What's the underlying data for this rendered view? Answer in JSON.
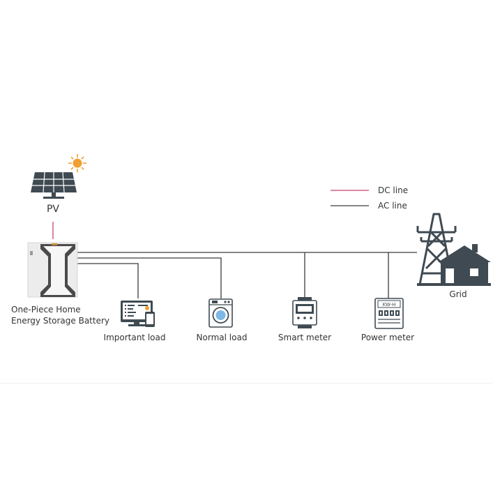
{
  "legend": {
    "dc_label": "DC line",
    "ac_label": "AC line",
    "dc_color": "#c8456b",
    "ac_color": "#3a3a3a"
  },
  "nodes": {
    "pv": {
      "label": "PV",
      "icon": "solar-panel-icon",
      "sun_color": "#f0a030"
    },
    "battery": {
      "label_line1": "One-Piece Home",
      "label_line2": "Energy Storage Battery",
      "icon": "battery-cabinet-icon"
    },
    "important_load": {
      "label": "Important load",
      "icon": "computer-phone-icon"
    },
    "normal_load": {
      "label": "Normal load",
      "icon": "washing-machine-icon"
    },
    "smart_meter": {
      "label": "Smart meter",
      "icon": "smart-meter-icon"
    },
    "power_meter": {
      "label": "Power meter",
      "icon": "power-meter-icon",
      "display_text": "KW-H"
    },
    "grid": {
      "label": "Grid",
      "icon": "pylon-house-icon"
    }
  }
}
